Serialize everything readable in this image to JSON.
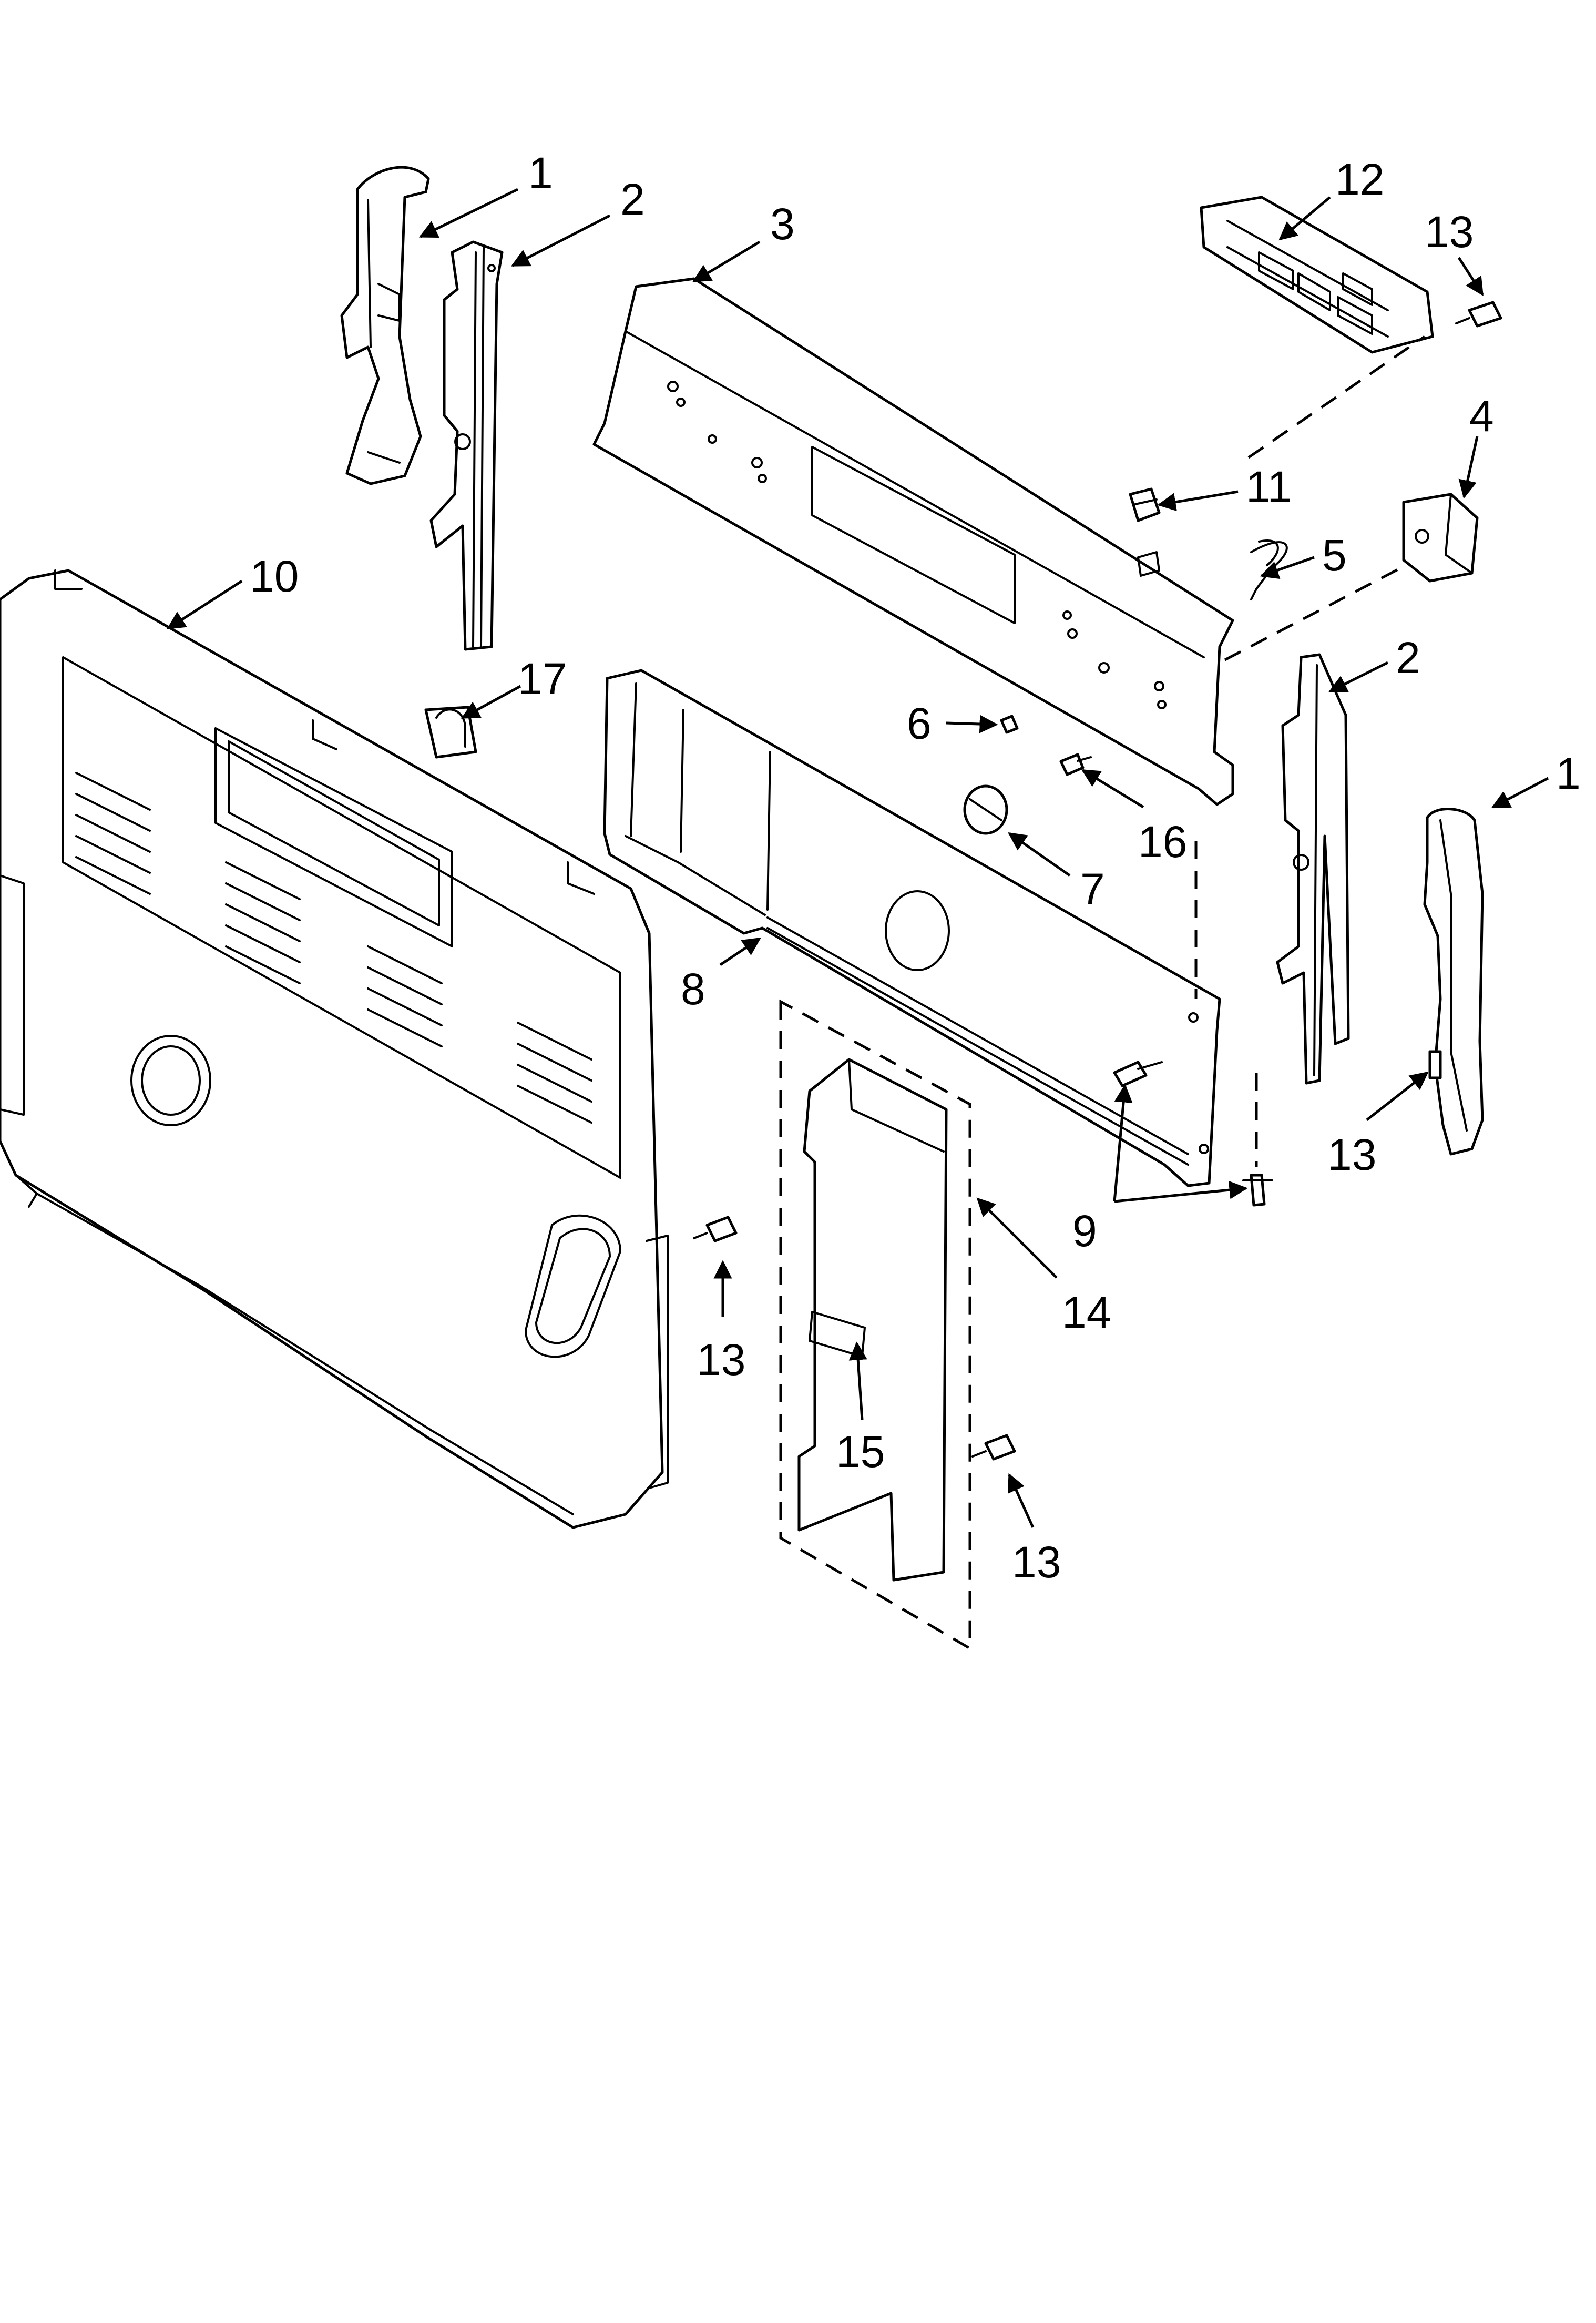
{
  "diagram": {
    "callouts": {
      "c1_left": "1",
      "c1_right": "1",
      "c2_left": "2",
      "c2_right": "2",
      "c3": "3",
      "c4": "4",
      "c5": "5",
      "c6": "6",
      "c7": "7",
      "c8": "8",
      "c9": "9",
      "c10": "10",
      "c11": "11",
      "c12": "12",
      "c13_top": "13",
      "c13_right": "13",
      "c13_mid": "13",
      "c13_bottom": "13",
      "c14": "14",
      "c15": "15",
      "c16": "16",
      "c17": "17"
    }
  }
}
